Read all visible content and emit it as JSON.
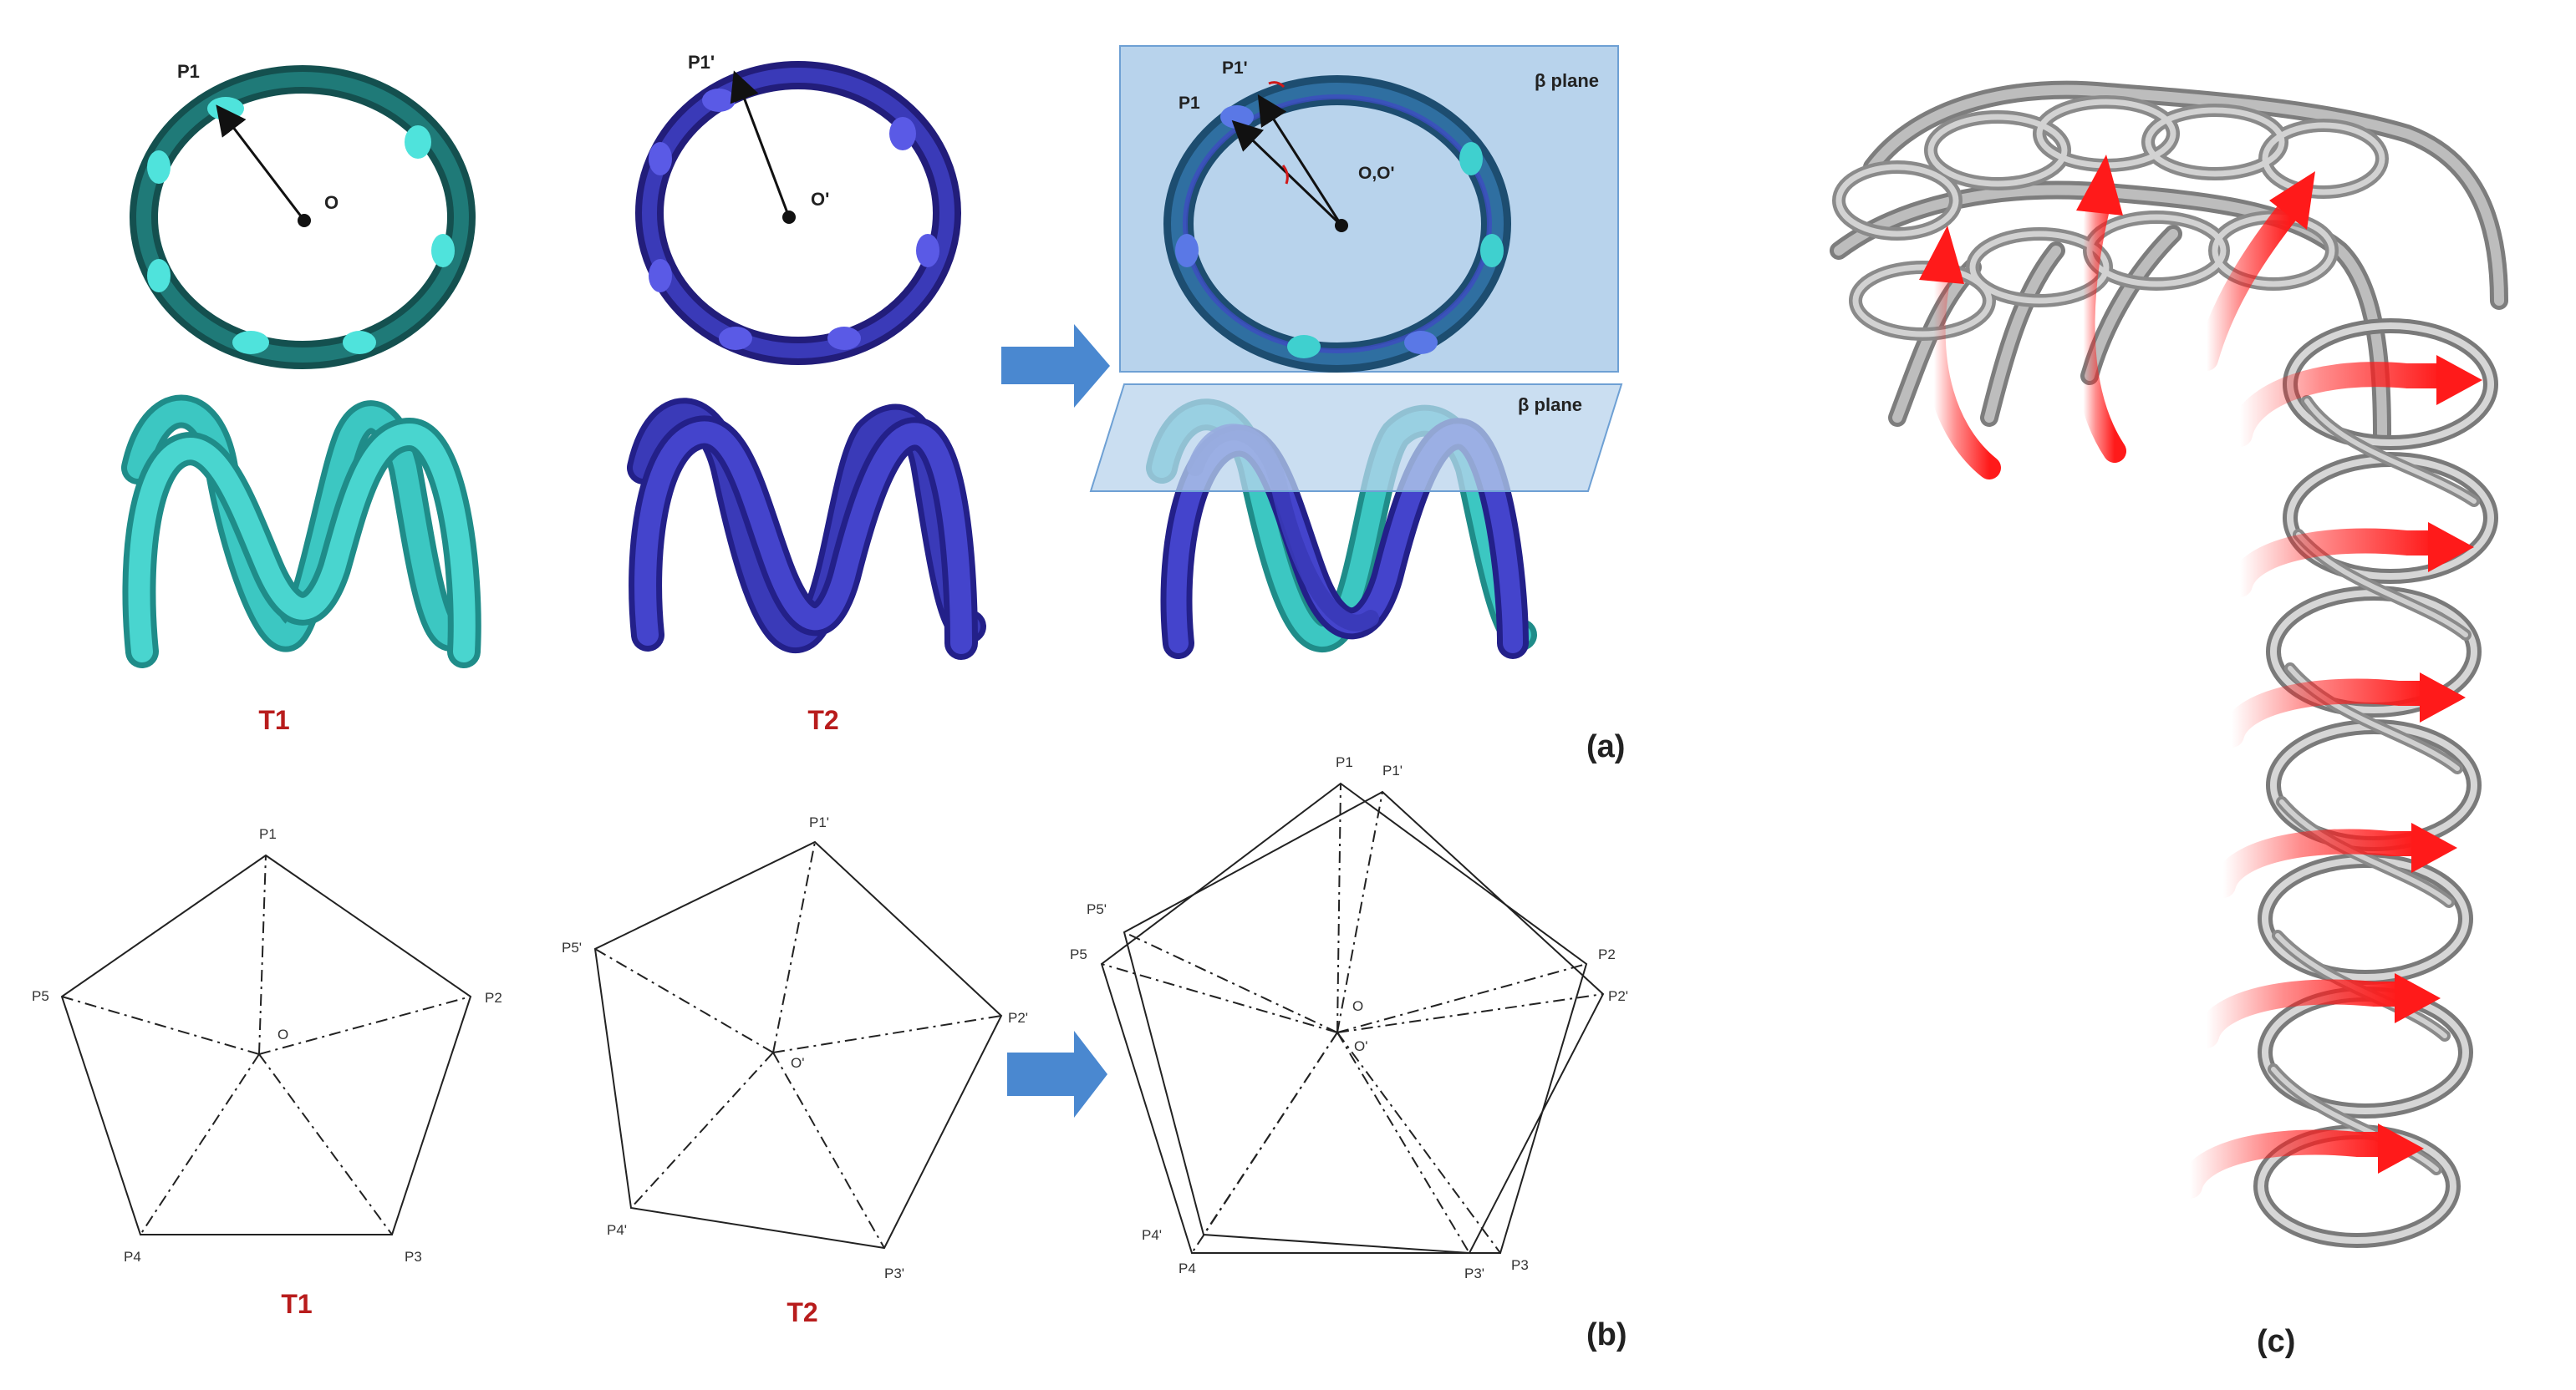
{
  "panels": {
    "a": {
      "label": "(a)",
      "ring1": {
        "point": "P1",
        "center": "O",
        "caption": "T1"
      },
      "ring2": {
        "point": "P1'",
        "center": "O'",
        "caption": "T2"
      },
      "overlay": {
        "point1": "P1",
        "point2": "P1'",
        "center": "O,O'",
        "plane_top": "β plane",
        "plane_bottom": "β plane"
      }
    },
    "b": {
      "label": "(b)",
      "pent1": {
        "caption": "T1",
        "center": "O",
        "vertices": [
          "P1",
          "P2",
          "P3",
          "P4",
          "P5"
        ]
      },
      "pent2": {
        "caption": "T2",
        "center": "O'",
        "vertices": [
          "P1'",
          "P2'",
          "P3'",
          "P4'",
          "P5'"
        ]
      },
      "overlay": {
        "center1": "O",
        "center2": "O'",
        "vertices1": [
          "P1",
          "P2",
          "P3",
          "P4",
          "P5"
        ],
        "vertices2": [
          "P1'",
          "P2'",
          "P3'",
          "P4'",
          "P5'"
        ]
      }
    },
    "c": {
      "label": "(c)"
    }
  },
  "colors": {
    "t1_coil": "#3cc7c2",
    "t1_ring": "#14504f",
    "t2_coil": "#3a3ab8",
    "t2_ring": "#28238a",
    "plane": "#b8d3ec",
    "arrow_blue": "#4a88d0",
    "caption_red": "#b81c1c",
    "stent_grey": "#9a9a9a",
    "rotation_red": "#ff1a1a"
  }
}
